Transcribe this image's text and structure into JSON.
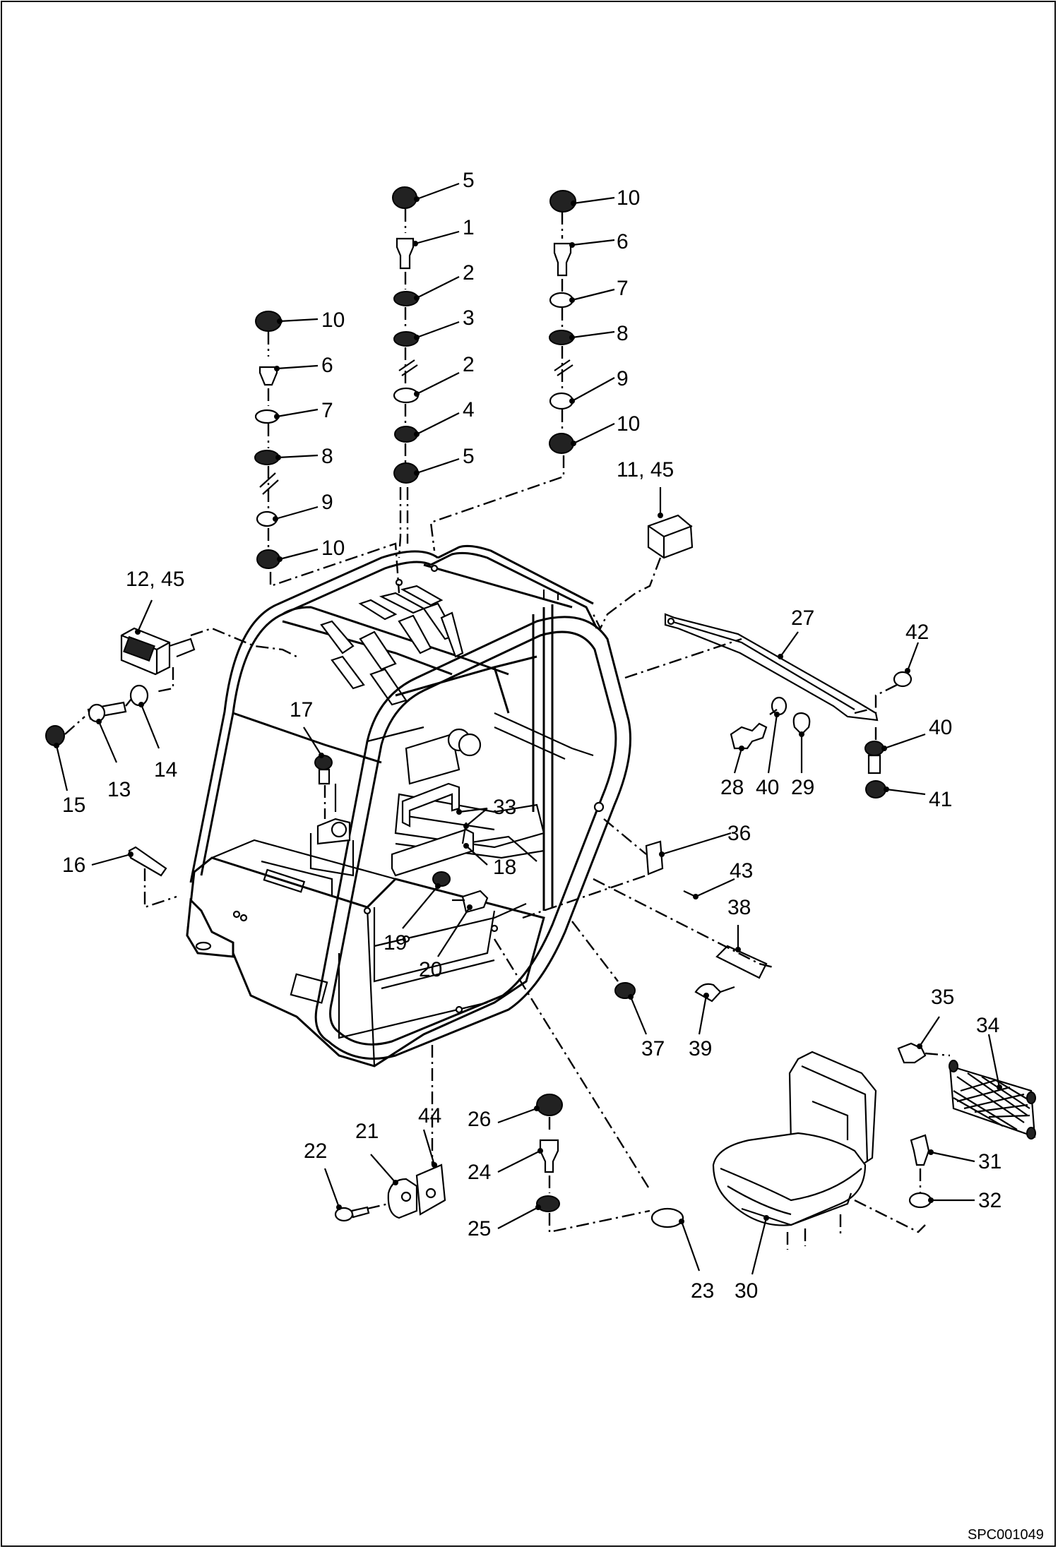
{
  "callouts": {
    "c1": "1",
    "c2a": "2",
    "c3": "3",
    "c2b": "2",
    "c4": "4",
    "c5a": "5",
    "c5b": "5",
    "c10a": "10",
    "c6a": "6",
    "c7a": "7",
    "c8a": "8",
    "c9a": "9",
    "c10b": "10",
    "c10c": "10",
    "c6b": "6",
    "c7b": "7",
    "c8b": "8",
    "c9b": "9",
    "c10d": "10",
    "c11": "11, 45",
    "c12": "12, 45",
    "c13": "13",
    "c14": "14",
    "c15": "15",
    "c16": "16",
    "c17": "17",
    "c18": "18",
    "c19": "19",
    "c20": "20",
    "c21": "21",
    "c22": "22",
    "c23": "23",
    "c24": "24",
    "c25": "25",
    "c26": "26",
    "c27": "27",
    "c28": "28",
    "c29": "29",
    "c30": "30",
    "c31": "31",
    "c32": "32",
    "c33": "33",
    "c34": "34",
    "c35": "35",
    "c36": "36",
    "c37": "37",
    "c38": "38",
    "c39": "39",
    "c40a": "40",
    "c40b": "40",
    "c41": "41",
    "c42": "42",
    "c43": "43",
    "c44": "44"
  },
  "drawing_code": "SPC001049"
}
